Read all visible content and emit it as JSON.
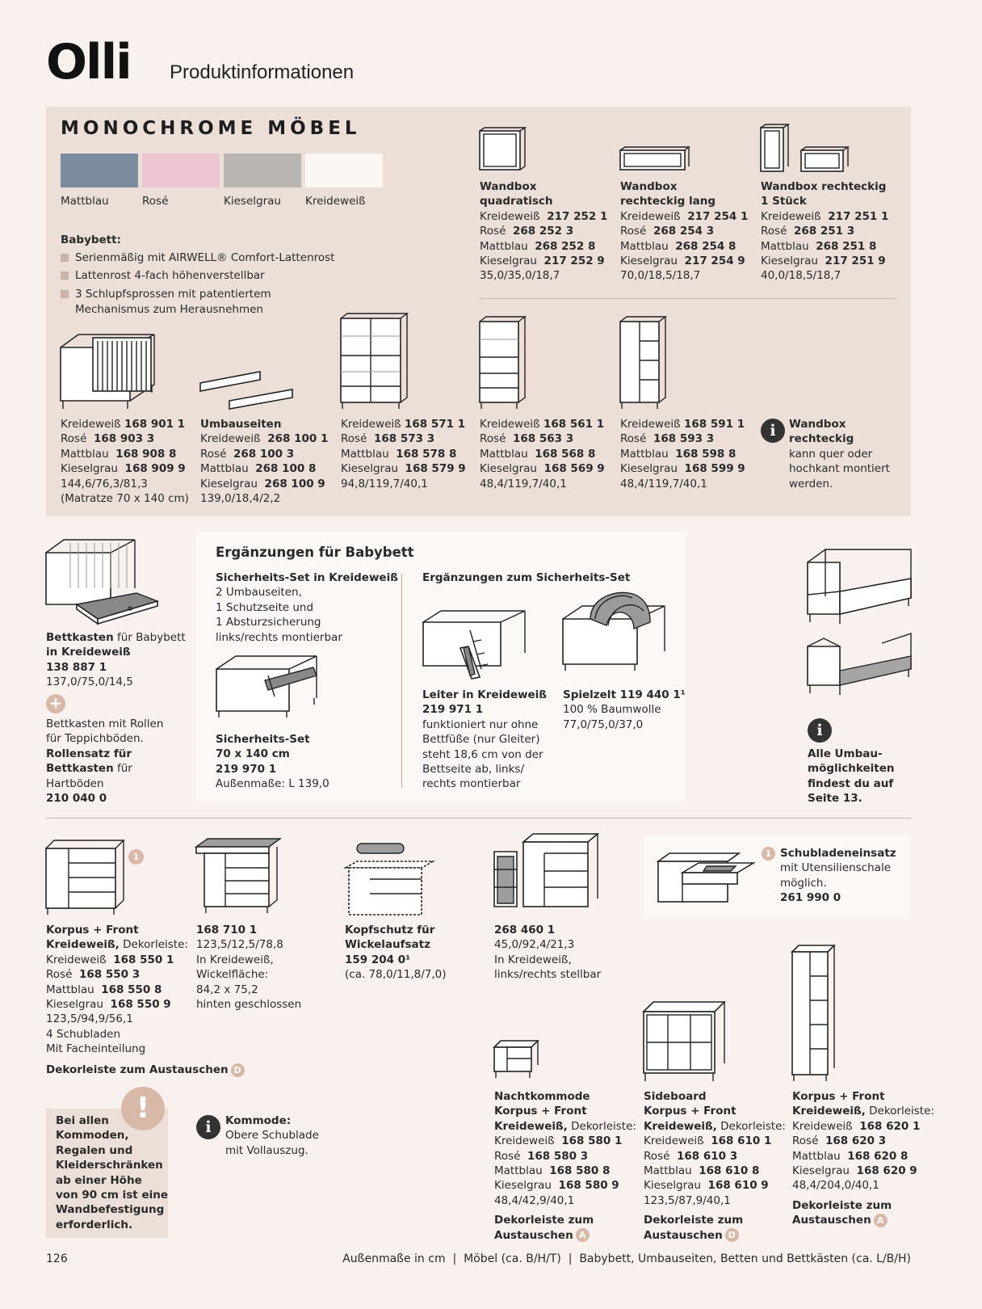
{
  "header": {
    "logo": "Olli",
    "subtitle": "Produktinformationen"
  },
  "panel": {
    "title": "MONOCHROME MÖBEL",
    "colors": [
      {
        "label": "Mattblau",
        "hex": "#7a8c9e"
      },
      {
        "label": "Rosé",
        "hex": "#ebc5cf"
      },
      {
        "label": "Kieselgrau",
        "hex": "#bab5b2"
      },
      {
        "label": "Kreideweiß",
        "hex": "#fbf8f4"
      }
    ],
    "babybett_title": "Babybett:",
    "babybett_bullets": [
      "Serienmäßig mit AIRWELL® Comfort-Lattenrost",
      "Lattenrost 4-fach höhenverstellbar",
      "3 Schlupfsprossen mit patentiertem",
      "Mechanismus zum Herausnehmen"
    ],
    "wandboxen": [
      {
        "title1": "Wandbox",
        "title2": "quadratisch",
        "rows": [
          [
            "Kreideweiß",
            "217 252 1"
          ],
          [
            "Rosé",
            "268 252 3"
          ],
          [
            "Mattblau",
            "268 252 8"
          ],
          [
            "Kieselgrau",
            "217 252 9"
          ]
        ],
        "dims": "35,0/35,0/18,7"
      },
      {
        "title1": "Wandbox",
        "title2": "rechteckig lang",
        "rows": [
          [
            "Kreideweiß",
            "217 254 1"
          ],
          [
            "Rosé",
            "268 254 3"
          ],
          [
            "Mattblau",
            "268 254 8"
          ],
          [
            "Kieselgrau",
            "217 254 9"
          ]
        ],
        "dims": "70,0/18,5/18,7"
      },
      {
        "title1": "Wandbox rechteckig",
        "title2": "1 Stück",
        "rows": [
          [
            "Kreideweiß",
            "217 251 1"
          ],
          [
            "Rosé",
            "268 251 3"
          ],
          [
            "Mattblau",
            "268 251 8"
          ],
          [
            "Kieselgrau",
            "217 251 9"
          ]
        ],
        "dims": "40,0/18,5/18,7"
      }
    ],
    "bett": {
      "rows": [
        [
          "Kreideweiß",
          "168 901 1"
        ],
        [
          "Rosé",
          "168 903 3"
        ],
        [
          "Mattblau",
          "168 908 8"
        ],
        [
          "Kieselgrau",
          "168 909 9"
        ]
      ],
      "dims": "144,6/76,3/81,3",
      "note": "(Matratze 70 x 140 cm)"
    },
    "umbau": {
      "title": "Umbauseiten",
      "rows": [
        [
          "Kreideweiß",
          "268 100 1"
        ],
        [
          "Rosé",
          "268 100 3"
        ],
        [
          "Mattblau",
          "268 100 8"
        ],
        [
          "Kieselgrau",
          "268 100 9"
        ]
      ],
      "dims": "139,0/18,4/2,2"
    },
    "regal1": {
      "rows": [
        [
          "Kreideweiß",
          "168 571 1"
        ],
        [
          "Rosé",
          "168 573 3"
        ],
        [
          "Mattblau",
          "168 578 8"
        ],
        [
          "Kieselgrau",
          "168 579 9"
        ]
      ],
      "dims": "94,8/119,7/40,1"
    },
    "regal2": {
      "rows": [
        [
          "Kreideweiß",
          "168 561 1"
        ],
        [
          "Rosé",
          "168 563 3"
        ],
        [
          "Mattblau",
          "168 568 8"
        ],
        [
          "Kieselgrau",
          "168 569 9"
        ]
      ],
      "dims": "48,4/119,7/40,1"
    },
    "regal3": {
      "rows": [
        [
          "Kreideweiß",
          "168 591 1"
        ],
        [
          "Rosé",
          "168 593 3"
        ],
        [
          "Mattblau",
          "168 598 8"
        ],
        [
          "Kieselgrau",
          "168 599 9"
        ]
      ],
      "dims": "48,4/119,7/40,1"
    },
    "info": {
      "title1": "Wandbox",
      "title2": "rechteckig",
      "l1": "kann quer oder",
      "l2": "hochkant montiert",
      "l3": "werden."
    }
  },
  "bettkasten": {
    "l1b": "Bettkasten",
    "l1": " für Babybett",
    "l2": "in Kreideweiß",
    "code": "138 887 1",
    "dims": "137,0/75,0/14,5",
    "r1": "Bettkasten mit Rollen",
    "r2": "für Teppichböden.",
    "r3": "Rollensatz für",
    "r4b": "Bettkasten",
    "r4": " für",
    "r5": "Hartböden",
    "r6": "210 040 0"
  },
  "supplement": {
    "title": "Ergänzungen für Babybett",
    "set_title": "Sicherheits-Set in Kreideweiß",
    "set_lines": [
      "2 Umbauseiten,",
      "1 Schutzseite und",
      "1 Absturzsicherung",
      "links/rechts montierbar"
    ],
    "set2_title": "Sicherheits-Set",
    "set2_size": "70 x 140 cm",
    "set2_code": "219 970 1",
    "set2_dims": "Außenmaße: L 139,0",
    "right_title": "Ergänzungen zum Sicherheits-Set",
    "leiter_title": "Leiter in Kreideweiß",
    "leiter_code": "219 971 1",
    "leiter_lines": [
      "funktioniert nur ohne",
      "Bettfüße (nur Gleiter)",
      "steht 18,6 cm von der",
      "Bettseite ab, links/",
      "rechts montierbar"
    ],
    "zelt_title": "Spielzelt 119 440 1¹",
    "zelt_l1": "100 % Baumwolle",
    "zelt_l2": "77,0/75,0/37,0"
  },
  "umbau_info": {
    "l1": "Alle Umbau-",
    "l2": "möglichkeiten",
    "l3": "findest du auf",
    "l4": "Seite 13."
  },
  "kommode": {
    "t1": "Korpus + Front",
    "t2b": "Kreideweiß,",
    "t2": " Dekorleiste:",
    "rows": [
      [
        "Kreideweiß",
        "168 550 1"
      ],
      [
        "Rosé",
        "168 550 3"
      ],
      [
        "Mattblau",
        "168 550 8"
      ],
      [
        "Kieselgrau",
        "168 550 9"
      ]
    ],
    "dims": "123,5/94,9/56,1",
    "l1": "4 Schubladen",
    "l2": "Mit Facheinteilung",
    "deko": "Dekorleiste zum Austauschen",
    "deko_marker": "D",
    "marker": "1"
  },
  "wickel": {
    "code": "168 710 1",
    "l1": "123,5/12,5/78,8",
    "l2": "In Kreideweiß,",
    "l3": "Wickelfläche:",
    "l4": "84,2 x 75,2",
    "l5": "hinten geschlossen"
  },
  "kopfschutz": {
    "t1": "Kopfschutz für",
    "t2": "Wickelaufsatz",
    "code": "159 204 0¹",
    "dims": "(ca. 78,0/11,8/7,0)"
  },
  "regalwickel": {
    "code": "268 460 1",
    "l1": "45,0/92,4/21,3",
    "l2": "In Kreideweiß,",
    "l3": "links/rechts stellbar"
  },
  "insert": {
    "marker": "1",
    "title": "Schubladeneinsatz",
    "l1": "mit Utensilienschale",
    "l2": "möglich.",
    "code": "261 990 0"
  },
  "warn": {
    "icon": "!",
    "lines": [
      "Bei allen",
      "Kommoden,",
      "Regalen und",
      "Kleiderschränken",
      "ab einer Höhe",
      "von 90 cm ist eine",
      "Wandbefestigung",
      "erforderlich."
    ]
  },
  "kommode_info": {
    "title": "Kommode:",
    "l1": "Obere Schublade",
    "l2": "mit Vollauszug."
  },
  "nacht": {
    "t1": "Nachtkommode",
    "t2": "Korpus + Front",
    "t3b": "Kreideweiß,",
    "t3": " Dekorleiste:",
    "rows": [
      [
        "Kreideweiß",
        "168 580 1"
      ],
      [
        "Rosé",
        "168 580 3"
      ],
      [
        "Mattblau",
        "168 580 8"
      ],
      [
        "Kieselgrau",
        "168 580 9"
      ]
    ],
    "dims": "48,4/42,9/40,1",
    "d1": "Dekorleiste zum",
    "d2": "Austauschen",
    "marker": "A"
  },
  "sideboard": {
    "t1": "Sideboard",
    "t2": "Korpus + Front",
    "t3b": "Kreideweiß,",
    "t3": " Dekorleiste:",
    "rows": [
      [
        "Kreideweiß",
        "168 610 1"
      ],
      [
        "Rosé",
        "168 610 3"
      ],
      [
        "Mattblau",
        "168 610 8"
      ],
      [
        "Kieselgrau",
        "168 610 9"
      ]
    ],
    "dims": "123,5/87,9/40,1",
    "d1": "Dekorleiste zum",
    "d2": "Austauschen",
    "marker": "D"
  },
  "hoch": {
    "t1": "Korpus + Front",
    "t2b": "Kreideweiß,",
    "t2": " Dekorleiste:",
    "rows": [
      [
        "Kreideweiß",
        "168 620 1"
      ],
      [
        "Rosé",
        "168 620 3"
      ],
      [
        "Mattblau",
        "168 620 8"
      ],
      [
        "Kieselgrau",
        "168 620 9"
      ]
    ],
    "dims": "48,4/204,0/40,1",
    "d1": "Dekorleiste zum",
    "d2": "Austauschen",
    "marker": "A"
  },
  "footer": {
    "page": "126",
    "note": "Außenmaße in cm  |  Möbel (ca. B/H/T)  |  Babybett, Umbauseiten, Betten und Bettkästen (ca. L/B/H)"
  }
}
